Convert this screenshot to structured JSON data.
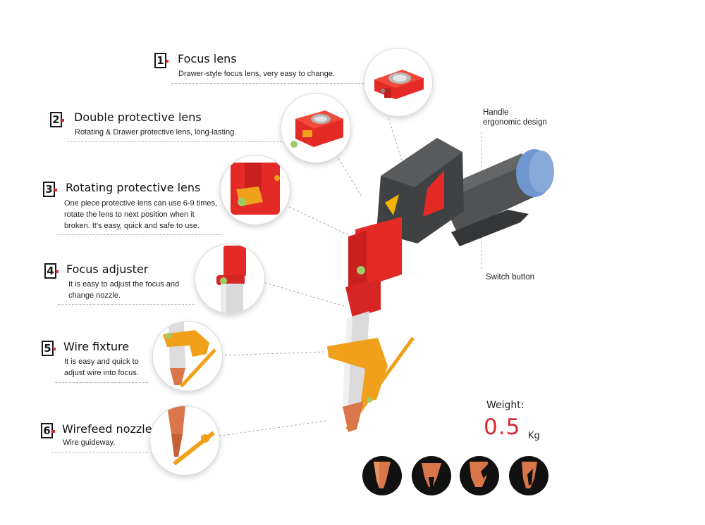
{
  "features": [
    {
      "number": "1",
      "title": "Focus lens",
      "lines": [
        "Drawer-style focus lens,  very easy to change."
      ]
    },
    {
      "number": "2",
      "title": "Double protective lens",
      "lines": [
        "Rotating & Drawer protective lens, long-lasting."
      ]
    },
    {
      "number": "3",
      "title": "Rotating protective lens",
      "lines": [
        "One piece protective lens can use 6-9 times,",
        "rotate the lens to next position when it",
        "broken. It's easy, quick and safe to use."
      ]
    },
    {
      "number": "4",
      "title": "Focus adjuster",
      "lines": [
        "It is easy to adjust the focus and",
        "change nozzle."
      ]
    },
    {
      "number": "5",
      "title": "Wire fixture",
      "lines": [
        "It is easy and quick to",
        "adjust wire into focus."
      ]
    },
    {
      "number": "6",
      "title": "Wirefeed nozzle",
      "lines": [
        "Wire guideway."
      ]
    }
  ],
  "handle": {
    "lines": [
      "Handle",
      "ergonomic design"
    ]
  },
  "switch_label": "Switch button",
  "weight": {
    "label": "Weight:",
    "value": "0.5",
    "unit": "Kg"
  },
  "colors": {
    "accent_red": "#d7282f",
    "body_red": "#e42a26",
    "handle_gray": "#4a4c4e",
    "orange": "#f0a01a",
    "copper": "#d9774a",
    "grip_blue": "#6f96cf"
  }
}
